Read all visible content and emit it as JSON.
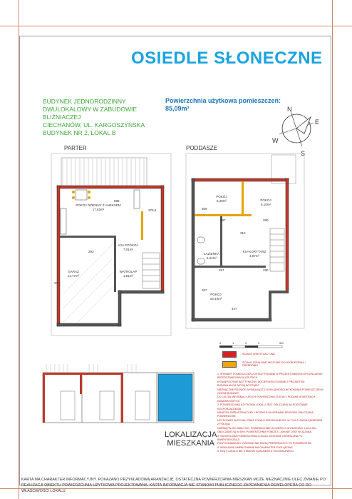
{
  "title": "OSIEDLE SŁONECZNE",
  "building": {
    "line1": "BUDYNEK JEDNORODZINNY",
    "line2": "DWULOKALOWY W ZABUDOWIE",
    "line3": "BLIŹNIACZEJ",
    "line4": "CIECHANÓW, UL. KARGOSZYŃSKA",
    "line5": "BUDYNEK NR 2, LOKAL B"
  },
  "area": {
    "label": "Powierzchnia użytkowa pomieszczeń:",
    "value": "85,09m²"
  },
  "compass": {
    "n": "N",
    "e": "E",
    "s": "S",
    "w": "W"
  },
  "floors": {
    "ground": "PARTER",
    "attic": "PODDASZE"
  },
  "ground_rooms": {
    "living_name": "POKÓJ DZIENNY Z ANEKSEM",
    "living_area": "17,63m²",
    "hall_name": "KS+P.POKOJ",
    "hall_area": "7,01m²",
    "garage_name": "GARAŻ",
    "garage_area": "14,77m²",
    "wc_name": "WATROLAP",
    "wc_area": "1,81m²"
  },
  "ground_dims": {
    "d1": "588",
    "d2": "376,5",
    "d3": "293",
    "d4": "377"
  },
  "attic_rooms": {
    "r1_name": "POKÓJ",
    "r1_area": "8,49m²",
    "r2_name": "POKÓJ",
    "r2_area": "8,10m²",
    "bath_name": "ŁAZIENKA",
    "bath_area": "6,22m²",
    "corr_name": "KS+KORYTARZ",
    "corr_area": "4,57m²",
    "r3_name": "POKÓJ",
    "r3_area": "15,40m²"
  },
  "attic_dims": {
    "d1": "309",
    "d2": "287",
    "d3": "280",
    "d4": "313",
    "d5": "257",
    "d6": "280",
    "d7": "447",
    "d8": "287"
  },
  "scale": [
    "0",
    "1",
    "2",
    "3",
    "5M"
  ],
  "legend": {
    "red": "ŚCIANY WENTYLACYJNE",
    "orange": "ŚCIANY DZIAŁOWE MOŻLIWE DO WYBURZENIA / PRZERÓBKI"
  },
  "notes": [
    "1. WYMIARY POMIESZCZEŃ ZOSTAŁY PODANE W PROJEKTOWANYM WYKOŃCZENIU PRZEDSTAWIONYM W RZUTACH",
    "(POWIERZCHNIE BEZ TYNKÓW I DOCIEPLEŃ) ZGODNIE Z PROJEKTEM BUDOWLANYM. MOGĄ WYSTĄPIĆ",
    "NIEZNACZNE RÓŻNICE WYNIKAJĄCE Z DOKŁADNOŚCI WYKONANIA POMIESZCZEŃ W CZASIE BUDOWY.",
    "DO CELÓW INFORMACYJNYCH POWIERZCHNI ZOSTAŁY PODANE W METRACH KWADRATOWYCH.",
    "2. POWIERZCHNIA UŻYTKOWA LOKALU JEST OBLICZANA NA PODSTAWIE ROZPORZĄDZENIA",
    "MINISTRA INFRASTRUKTURY I ROZWOJU W SPRAWIE SPOSOBU OBLICZANIA POWIERZCHNI",
    "UŻYTKOWEJ BUDYNKU ORAZ LOKALU MIESZKALNEGO, W TYM Z UWZGLĘDNIENIEM Z POLSKĄ",
    "NORMĄ PN-ISO 9836:1997. POWIERZCHNIE W CZĘŚCI O WYSOKOŚCI 1,40-2,20m",
    "OBLICZANE SĄ W 50%. POWIERZCHNIA PONIŻEJ 1,40m NIE JEST WLICZANA.",
    "3. OSTATECZNA POWIERZCHNIA LOKALU ZOSTANIE OKREŚLONA PO INWENTARYZACJI",
    "POWYKONAWCZEJ, RÓŻNICE NIE MOGĄ PRZEKROCZYĆ 2% POWIERZCHNI.",
    "4. WSKAZANE UMEBLOWANIE MA CHARAKTER POGLĄDOWY.",
    "5. RZUT LOKALU NIE STANOWI DOKUMENTU TECHNICZNEGO."
  ],
  "location": {
    "line1": "LOKALIZACJA",
    "line2": "MIESZKANIA"
  },
  "footer": "KARTA MA CHARAKTER INFORMACYJNY. POKAZANO PRZYKŁADOWĄ ARANŻACJĘ. OSTATECZNA POWIERZCHNIA MIESZKAŃ MOŻE NIEZNACZNIE ULEC ZMIANIE PO REALIZACJI OBIEKTU POWIERZCHNIA UŻYTKOWA PROJEKTOWANA. KARTA INFORMACJA NIE STANOWI PUBLICZNEGO ZAPEWNIENIA DEWELOPERA CO DO WŁAŚCIWOŚCI LOKALU"
}
